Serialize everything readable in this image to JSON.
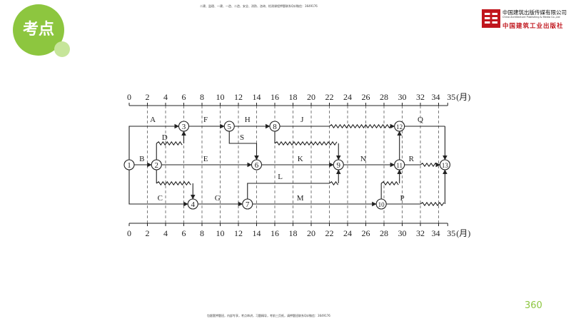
{
  "badge": {
    "label": "考点"
  },
  "header_note": "二建、监理、一建、一造、二造、安全、消防、咨询、检测课程押题联系Q$/微信：3649176",
  "footer_note": "包跟套押题班，内部专享，考点串讲，习题精导，考前三页纸，请押题班联系Q$/微信：3649176",
  "publisher": {
    "name_cn": "中国建筑出版传媒有限公司",
    "name_en": "China Architecture Publishing & Media Co.,Ltd",
    "brand": "中国建筑工业出版社"
  },
  "page_number": "360",
  "diagram": {
    "time_ticks": [
      "0",
      "2",
      "4",
      "6",
      "8",
      "10",
      "12",
      "14",
      "16",
      "18",
      "20",
      "22",
      "24",
      "26",
      "28",
      "30",
      "32",
      "34",
      "35"
    ],
    "time_unit": "(月)",
    "nodes": [
      "1",
      "2",
      "3",
      "4",
      "5",
      "6",
      "7",
      "8",
      "9",
      "10",
      "11",
      "12",
      "13"
    ],
    "activity_labels": [
      "A",
      "B",
      "C",
      "D",
      "E",
      "F",
      "G",
      "H",
      "S",
      "J",
      "K",
      "L",
      "M",
      "N",
      "P",
      "Q",
      "R"
    ]
  },
  "colors": {
    "accent": "#8dc63f",
    "accent_light": "#c6e59a",
    "brand_red": "#c0161d"
  }
}
